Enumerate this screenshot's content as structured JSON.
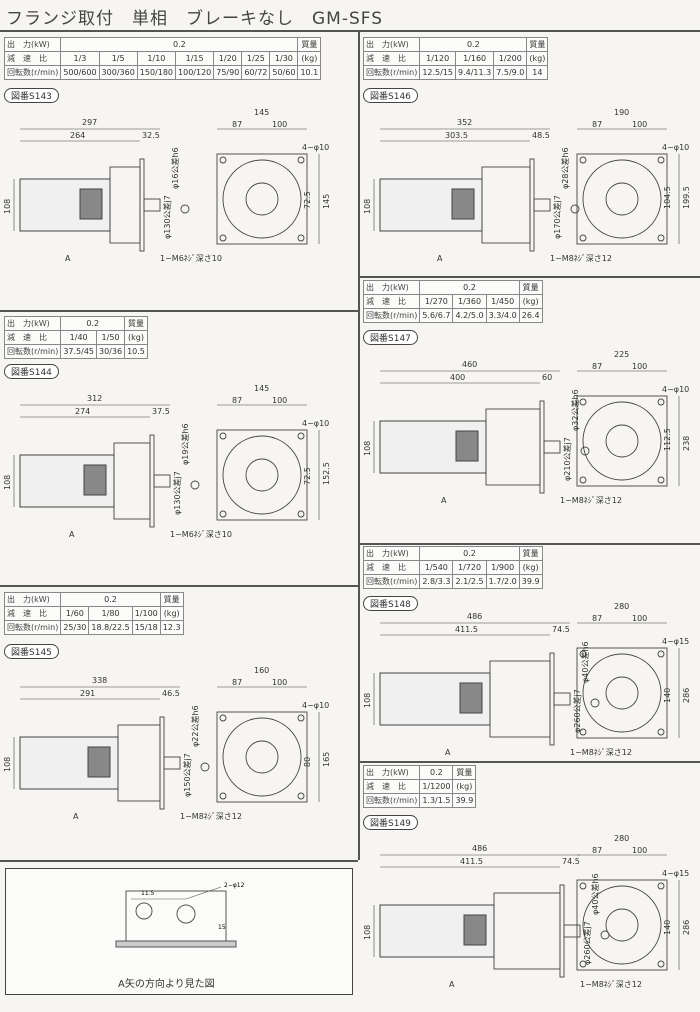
{
  "title": "フランジ取付　単相　ブレーキなし　GM-SFS",
  "labels": {
    "output": "出　力(kW)",
    "ratio": "減　速　比",
    "speed": "回転数(r/min)",
    "mass": "質量",
    "kg": "(kg)",
    "arrow": "A"
  },
  "sections": [
    {
      "fig": "図番S143",
      "power": "0.2",
      "ratios": [
        "1/3",
        "1/5",
        "1/10",
        "1/15",
        "1/20",
        "1/25",
        "1/30"
      ],
      "speeds": [
        "500/600",
        "300/360",
        "150/180",
        "100/120",
        "75/90",
        "60/72",
        "50/60"
      ],
      "mass": "10.1",
      "dims": {
        "total": "297",
        "body": "264",
        "tail": "32.5",
        "width": "145",
        "w1": "87",
        "w2": "100",
        "height": "108",
        "shaft": "φ16公差h6",
        "pilot": "φ130公差j7",
        "holes": "4−φ10",
        "tap": "1−M6ﾈｼﾞ深さ10",
        "v1": "72.5",
        "v2": "145"
      }
    },
    {
      "fig": "図番S144",
      "power": "0.2",
      "ratios": [
        "1/40",
        "1/50"
      ],
      "speeds": [
        "37.5/45",
        "30/36"
      ],
      "mass": "10.5",
      "dims": {
        "total": "312",
        "body": "274",
        "tail": "37.5",
        "width": "145",
        "w1": "87",
        "w2": "100",
        "height": "108",
        "shaft": "φ19公差h6",
        "pilot": "φ130公差j7",
        "holes": "4−φ10",
        "tap": "1−M6ﾈｼﾞ深さ10",
        "v1": "72.5",
        "v2": "152.5"
      }
    },
    {
      "fig": "図番S145",
      "power": "0.2",
      "ratios": [
        "1/60",
        "1/80",
        "1/100"
      ],
      "speeds": [
        "25/30",
        "18.8/22.5",
        "15/18"
      ],
      "mass": "12.3",
      "dims": {
        "total": "338",
        "body": "291",
        "tail": "46.5",
        "width": "160",
        "w1": "87",
        "w2": "100",
        "height": "108",
        "shaft": "φ22公差h6",
        "pilot": "φ150公差j7",
        "holes": "4−φ10",
        "tap": "1−M8ﾈｼﾞ深さ12",
        "v1": "80",
        "v2": "165"
      }
    },
    {
      "fig": "図番S146",
      "power": "0.2",
      "ratios": [
        "1/120",
        "1/160",
        "1/200"
      ],
      "speeds": [
        "12.5/15",
        "9.4/11.3",
        "7.5/9.0"
      ],
      "mass": "14",
      "dims": {
        "total": "352",
        "body": "303.5",
        "tail": "48.5",
        "width": "190",
        "w1": "87",
        "w2": "100",
        "height": "108",
        "shaft": "φ28公差h6",
        "pilot": "φ170公差j7",
        "holes": "4−φ10",
        "tap": "1−M8ﾈｼﾞ深さ12",
        "v1": "104.5",
        "v2": "199.5"
      }
    },
    {
      "fig": "図番S147",
      "power": "0.2",
      "ratios": [
        "1/270",
        "1/360",
        "1/450"
      ],
      "speeds": [
        "5.6/6.7",
        "4.2/5.0",
        "3.3/4.0"
      ],
      "mass": "26.4",
      "dims": {
        "total": "460",
        "body": "400",
        "tail": "60",
        "width": "225",
        "w1": "87",
        "w2": "100",
        "height": "108",
        "shaft": "φ32公差h6",
        "pilot": "φ210公差j7",
        "holes": "4−φ10",
        "tap": "1−M8ﾈｼﾞ深さ12",
        "v1": "112.5",
        "v2": "238"
      }
    },
    {
      "fig": "図番S148",
      "power": "0.2",
      "ratios": [
        "1/540",
        "1/720",
        "1/900"
      ],
      "speeds": [
        "2.8/3.3",
        "2.1/2.5",
        "1.7/2.0"
      ],
      "mass": "39.9",
      "dims": {
        "total": "486",
        "body": "411.5",
        "tail": "74.5",
        "width": "280",
        "w1": "87",
        "w2": "100",
        "height": "108",
        "shaft": "φ40公差h6",
        "pilot": "φ260公差j7",
        "holes": "4−φ15",
        "tap": "1−M8ﾈｼﾞ深さ12",
        "v1": "140",
        "v2": "286"
      }
    },
    {
      "fig": "図番S149",
      "power": "0.2",
      "ratios": [
        "1/1200"
      ],
      "speeds": [
        "1.3/1.5"
      ],
      "mass": "39.9",
      "dims": {
        "total": "486",
        "body": "411.5",
        "tail": "74.5",
        "width": "280",
        "w1": "87",
        "w2": "100",
        "height": "108",
        "shaft": "φ40公差h6",
        "pilot": "φ260公差j7",
        "holes": "4−φ15",
        "tap": "1−M8ﾈｼﾞ深さ12",
        "v1": "140",
        "v2": "286"
      }
    }
  ],
  "bottom": {
    "d1": "11.5",
    "d2": "2−φ12",
    "d3": "15",
    "caption": "A矢の方向より見た図"
  }
}
